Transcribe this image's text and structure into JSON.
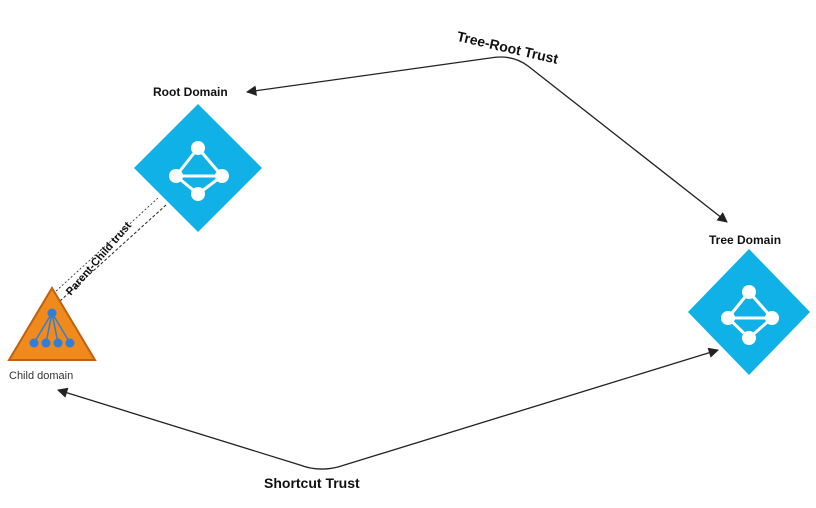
{
  "nodes": {
    "root": {
      "label": "Root Domain",
      "color": "#10b1e6"
    },
    "tree": {
      "label": "Tree Domain",
      "color": "#10b1e6"
    },
    "child": {
      "label": "Child domain",
      "color": "#f08a1c",
      "border": "#c06010",
      "dot_color": "#2f7fd6"
    }
  },
  "edges": {
    "tree_root": {
      "label": "Tree-Root Trust"
    },
    "parent_child": {
      "label": "Parent-Child trust"
    },
    "shortcut": {
      "label": "Shortcut Trust"
    }
  },
  "colors": {
    "line": "#222222"
  }
}
